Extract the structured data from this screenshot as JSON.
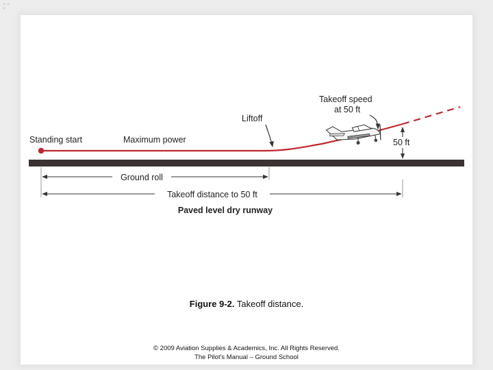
{
  "diagram": {
    "labels": {
      "standing_start": "Standing start",
      "maximum_power": "Maximum power",
      "liftoff": "Liftoff",
      "takeoff_speed_line1": "Takeoff speed",
      "takeoff_speed_line2": "at 50 ft",
      "height": "50 ft",
      "ground_roll": "Ground roll",
      "takeoff_distance": "Takeoff distance to 50 ft",
      "runway": "Paved level dry runway"
    },
    "colors": {
      "flight_path": "#c0272d",
      "runway": "#3a3233",
      "dimension": "#333333"
    }
  },
  "caption": {
    "label": "Figure 9-2.",
    "text": " Takeoff distance."
  },
  "credits": {
    "line1": "© 2009 Aviation Supplies & Academics, Inc. All Rights Reserved.",
    "line2": "The Pilot's Manual – Ground School"
  }
}
